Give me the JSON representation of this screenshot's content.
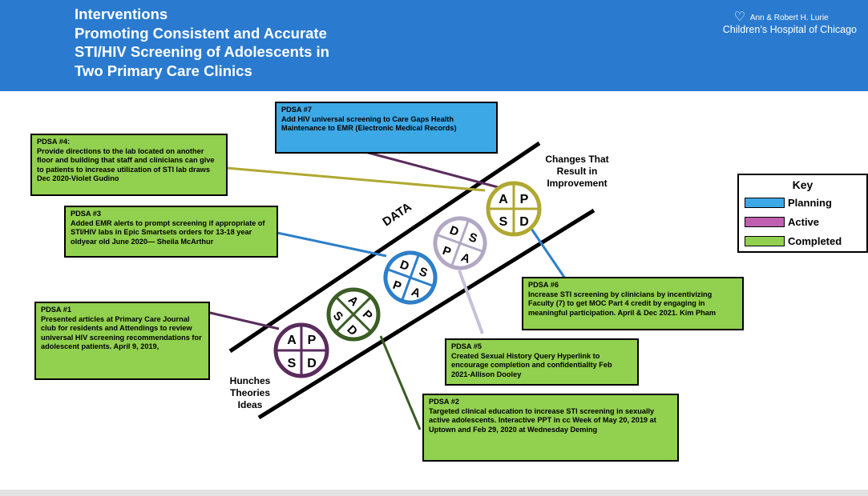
{
  "header": {
    "title_lines": [
      "Interventions",
      "Promoting Consistent and Accurate",
      "STI/HIV Screening of Adolescents in",
      "Two Primary Care Clinics"
    ],
    "logo_line1": "Ann & Robert H. Lurie",
    "logo_line2": "Children’s Hospital of Chicago"
  },
  "diagram": {
    "data_label": "DATA",
    "changes_label_lines": [
      "Changes That",
      "Result in",
      "Improvement"
    ],
    "hunches_label_lines": [
      "Hunches",
      "Theories",
      "Ideas"
    ],
    "colors": {
      "planning": "#3da8e6",
      "active": "#c05fb0",
      "completed": "#92d050"
    },
    "cycles": [
      {
        "name": "pdsa-1",
        "letters": [
          "A",
          "P",
          "S",
          "D"
        ],
        "color": "#5a2c5c",
        "status": "Completed"
      },
      {
        "name": "pdsa-2",
        "letters": [
          "A",
          "P",
          "S",
          "D"
        ],
        "color": "#3b5e25",
        "status": "Completed"
      },
      {
        "name": "pdsa-3",
        "letters": [
          "D",
          "S",
          "P",
          "A"
        ],
        "color": "#2e7fc9",
        "status": "Completed"
      },
      {
        "name": "pdsa-5",
        "letters": [
          "D",
          "S",
          "P",
          "A"
        ],
        "color": "#b2a8c4",
        "status": "Completed"
      },
      {
        "name": "pdsa-6-7",
        "letters": [
          "A",
          "P",
          "S",
          "D"
        ],
        "color": "#b0a830",
        "status": "Completed"
      }
    ]
  },
  "boxes": {
    "pdsa7": {
      "title": "PDSA #7",
      "text": "Add HIV universal screening to Care Gaps Health Maintenance to EMR (Electronic Medical Records)"
    },
    "pdsa4": {
      "title": "PDSA #4:",
      "text": "Provide directions to the lab located on another floor and building that staff and clinicians can give to patients to increase utilization of STI lab draws Dec 2020-Violet Gudino"
    },
    "pdsa3": {
      "title": "PDSA #3",
      "text": "Added EMR alerts to prompt screening if appropriate of STI/HIV labs in Epic Smartsets orders for 13-18 year oldyear old June 2020— Sheila McArthur"
    },
    "pdsa1": {
      "title": "PDSA #1",
      "text": "Presented articles at Primary Care Journal club for residents and Attendings to review universal HIV screening recommendations for adolescent patients. April 9, 2019,"
    },
    "pdsa6": {
      "title": "PDSA #6",
      "text": "Increase STI screening by clinicians by incentivizing Faculty (7) to get MOC Part 4 credit by engaging in meaningful participation. April & Dec 2021. Kim Pham"
    },
    "pdsa5": {
      "title": "PDSA #5",
      "text": "Created Sexual History Query Hyperlink to encourage completion and confidentiality Feb 2021-Allison Dooley"
    },
    "pdsa2": {
      "title": "PDSA #2",
      "text": "Targeted clinical education to increase STI screening in sexually active adolescents. Interactive PPT in cc Week of May 20, 2019 at Uptown and  Feb  29, 2020 at Wednesday Deming"
    }
  },
  "key": {
    "title": "Key",
    "items": [
      {
        "label": "Planning",
        "color": "#3da8e6"
      },
      {
        "label": "Active",
        "color": "#c05fb0"
      },
      {
        "label": "Completed",
        "color": "#92d050"
      }
    ]
  }
}
